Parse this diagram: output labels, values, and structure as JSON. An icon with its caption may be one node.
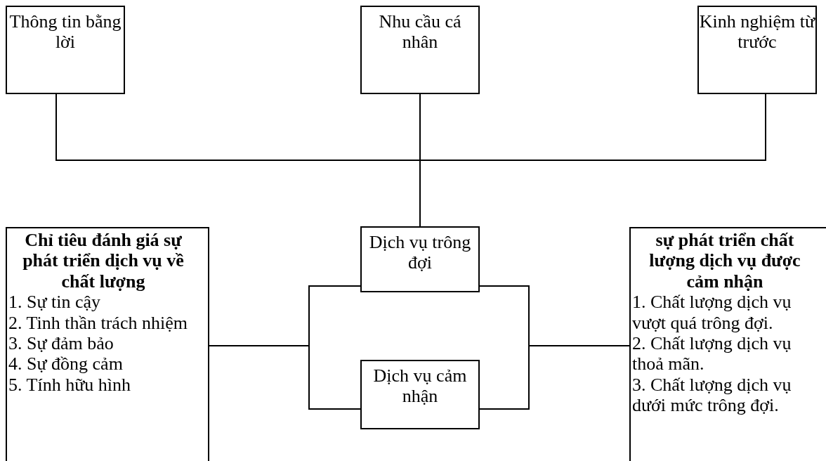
{
  "diagram": {
    "nodes": [
      {
        "text": [
          "Thông tin bằng lời"
        ]
      },
      {
        "text": [
          "Nhu cầu cá nhân"
        ]
      },
      {
        "text": [
          "Kinh nghiệm từ trước"
        ]
      },
      {
        "text": [
          "Chỉ tiêu đánh giá sự phát triển dịch vụ về chất lượng",
          "1. Sự tin cậy",
          "2. Tinh thần trách nhiệm",
          "3. Sự đảm bảo",
          "4. Sự đồng cảm",
          "5. Tính hữu hình"
        ]
      },
      {
        "text": [
          "Dịch vụ trông đợi"
        ]
      },
      {
        "text": [
          "Dịch vụ cảm nhận"
        ]
      },
      {
        "text": [
          "sự phát triển chất lượng dịch vụ được cảm nhận",
          "1. Chất lượng dịch vụ vượt quá trông đợi.",
          "2. Chất lượng dịch vụ thoả mãn.",
          "3. Chất lượng dịch vụ dưới mức trông đợi."
        ]
      }
    ],
    "edges": [
      {
        "from": 0,
        "to": 4,
        "arrow": "none"
      },
      {
        "from": 1,
        "to": 4,
        "arrow": "none"
      },
      {
        "from": 2,
        "to": 4,
        "arrow": "none"
      },
      {
        "from": 3,
        "to": 4,
        "arrow": "none"
      },
      {
        "from": 3,
        "to": 5,
        "arrow": "none"
      },
      {
        "from": 4,
        "to": 6,
        "arrow": "none"
      },
      {
        "from": 5,
        "to": 6,
        "arrow": "none"
      }
    ]
  }
}
